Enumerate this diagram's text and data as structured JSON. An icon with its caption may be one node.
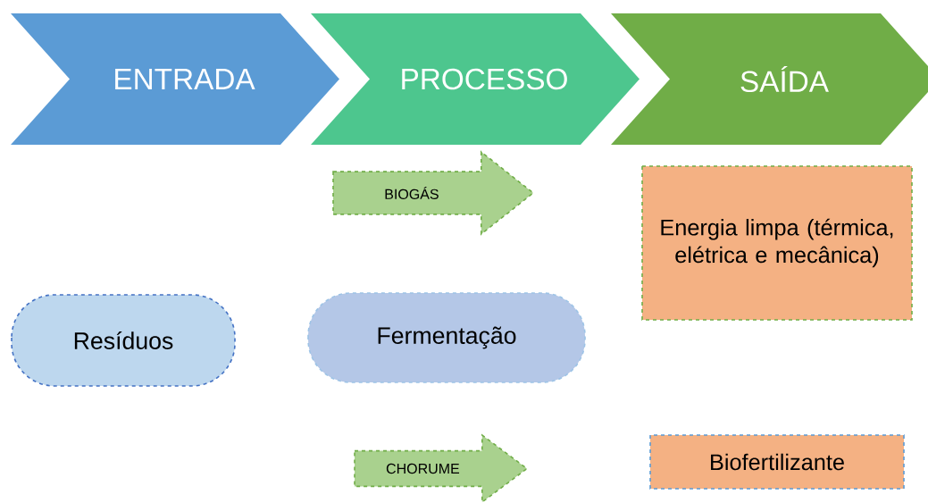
{
  "diagram": {
    "nodes": [
      {
        "text": [
          "ENTRADA"
        ]
      },
      {
        "text": [
          "PROCESSO"
        ]
      },
      {
        "text": [
          "SAÍDA"
        ]
      },
      {
        "text": [
          "BIOGÁS"
        ]
      },
      {
        "text": [
          "Energia limpa (térmica, elétrica e mecânica)"
        ]
      },
      {
        "text": [
          "Resíduos"
        ]
      },
      {
        "text": [
          "Fermentação"
        ]
      },
      {
        "text": [
          "CHORUME"
        ]
      },
      {
        "text": [
          "Biofertilizante"
        ]
      }
    ]
  }
}
